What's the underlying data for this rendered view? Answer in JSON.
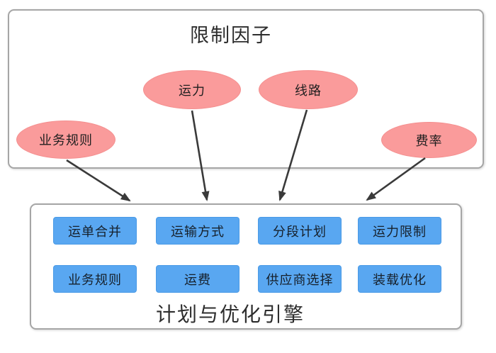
{
  "constraints": {
    "title": "限制因子",
    "ellipses": [
      "业务规则",
      "运力",
      "线路",
      "费率"
    ]
  },
  "engine": {
    "title": "计划与优化引擎",
    "modules": [
      [
        "运单合并",
        "运输方式",
        "分段计划",
        "运力限制"
      ],
      [
        "业务规则",
        "运费",
        "供应商选择",
        "装载优化"
      ]
    ]
  },
  "colors": {
    "ellipse_fill": "#FA9B9B",
    "module_fill": "#59A7F1",
    "box_border": "#A6A6A6",
    "arrow": "#3A3A3A"
  }
}
